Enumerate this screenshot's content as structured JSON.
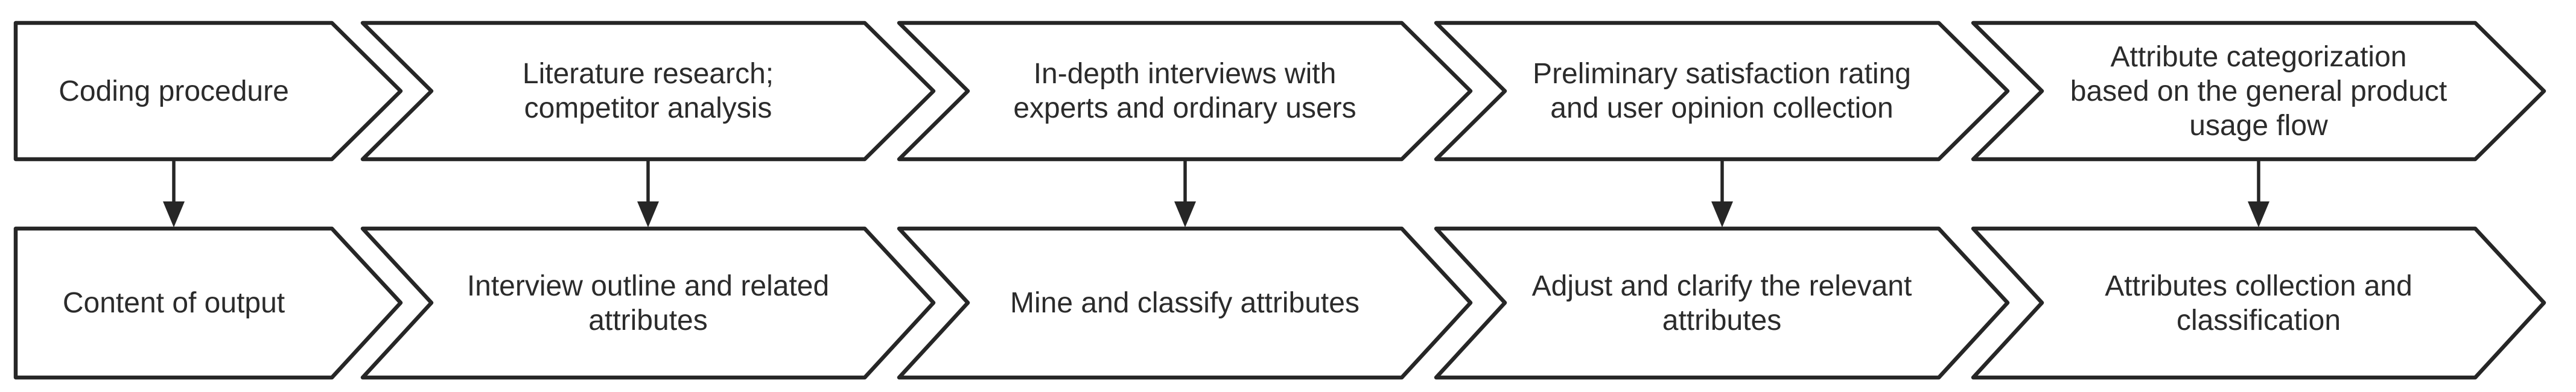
{
  "colors": {
    "stroke": "#262626",
    "shape_fill": "#ffffff",
    "text": "#2b2b2b",
    "background": "#ffffff"
  },
  "rows": [
    {
      "id": "coding-procedure",
      "cells": [
        {
          "text": "Coding procedure"
        },
        {
          "text": "Literature research;\ncompetitor analysis"
        },
        {
          "text": "In-depth interviews with\nexperts and ordinary users"
        },
        {
          "text": "Preliminary satisfaction rating\nand user opinion collection"
        },
        {
          "text": "Attribute categorization\nbased on the general product\nusage flow"
        }
      ]
    },
    {
      "id": "content-of-output",
      "cells": [
        {
          "text": "Content of output"
        },
        {
          "text": "Interview outline and related\nattributes"
        },
        {
          "text": "Mine and classify attributes"
        },
        {
          "text": "Adjust and clarify the relevant\nattributes"
        },
        {
          "text": "Attributes collection and\nclassification"
        }
      ]
    }
  ],
  "connectors": [
    {
      "from_row": 0,
      "to_row": 1,
      "column": 0,
      "direction": "down"
    },
    {
      "from_row": 0,
      "to_row": 1,
      "column": 1,
      "direction": "down"
    },
    {
      "from_row": 0,
      "to_row": 1,
      "column": 2,
      "direction": "down"
    },
    {
      "from_row": 0,
      "to_row": 1,
      "column": 3,
      "direction": "down"
    },
    {
      "from_row": 0,
      "to_row": 1,
      "column": 4,
      "direction": "down"
    }
  ]
}
